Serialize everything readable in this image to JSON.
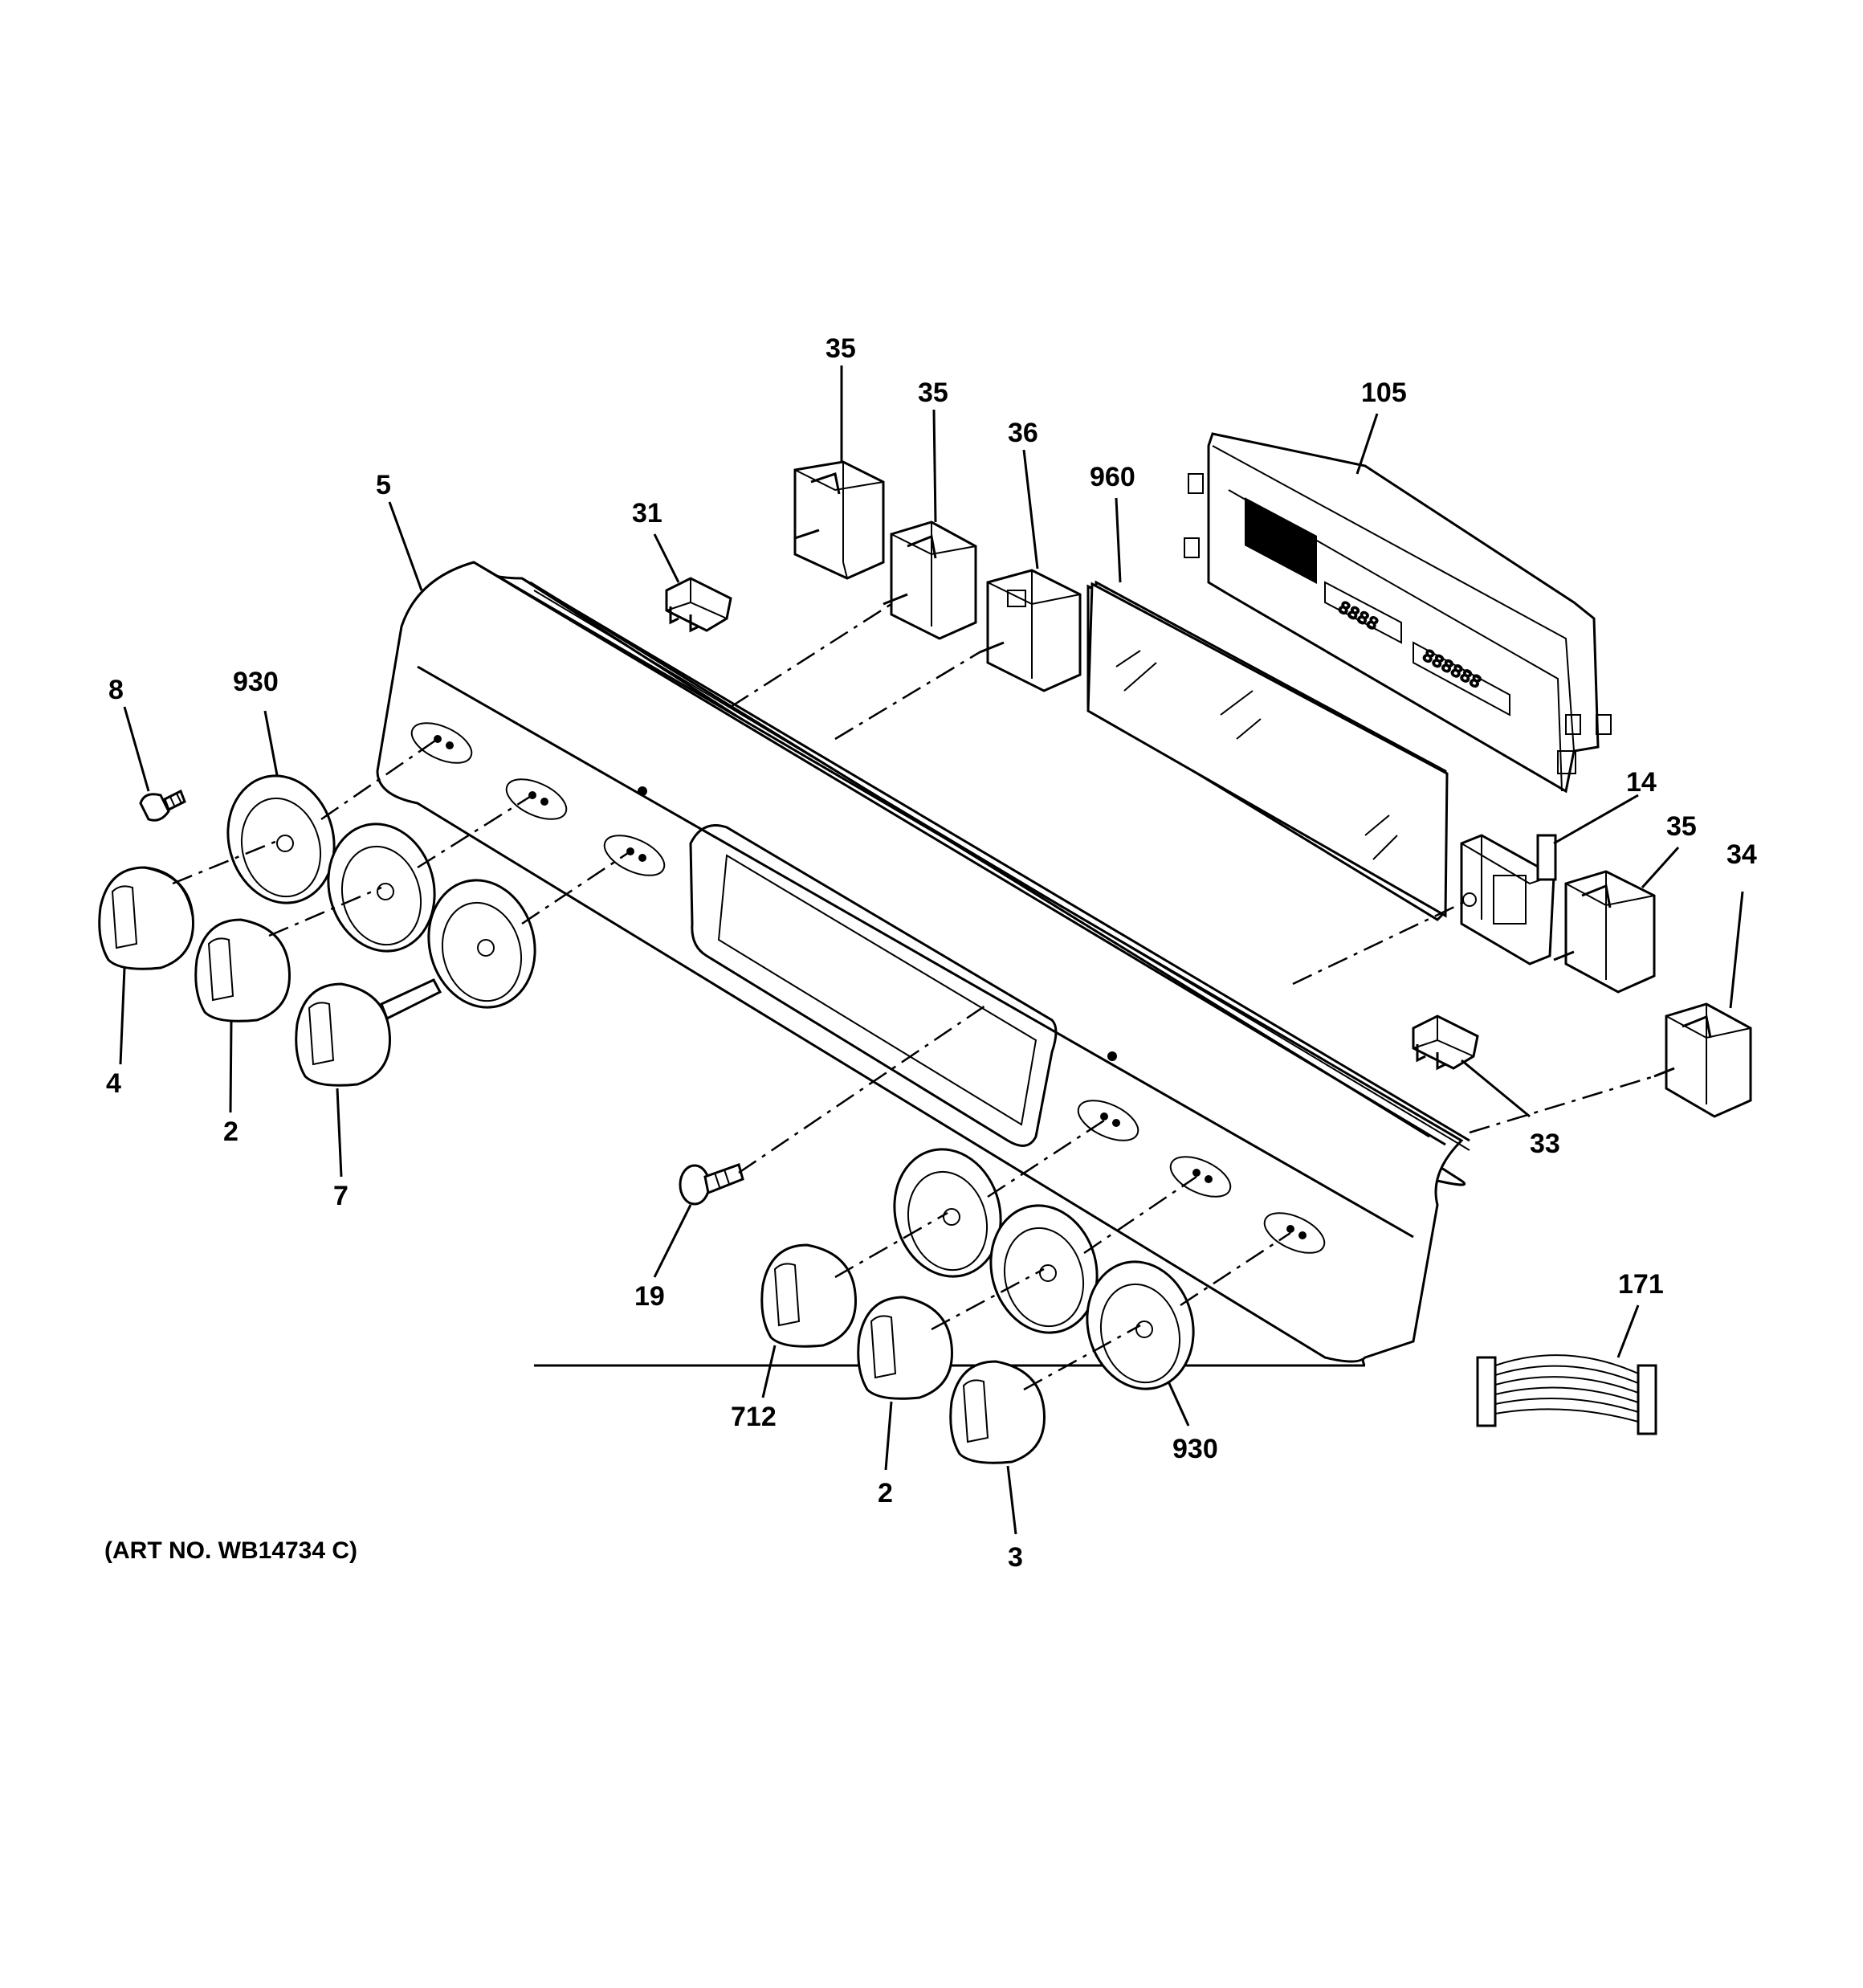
{
  "callouts": {
    "c35a": "35",
    "c35b": "35",
    "c36": "36",
    "c960": "960",
    "c105": "105",
    "c5": "5",
    "c31": "31",
    "c8": "8",
    "c930a": "930",
    "c4": "4",
    "c2a": "2",
    "c7": "7",
    "c14": "14",
    "c35c": "35",
    "c34": "34",
    "c33": "33",
    "c19": "19",
    "c712": "712",
    "c2b": "2",
    "c3": "3",
    "c930b": "930",
    "c171": "171"
  },
  "art_number": "(ART NO. WB14734 C)"
}
